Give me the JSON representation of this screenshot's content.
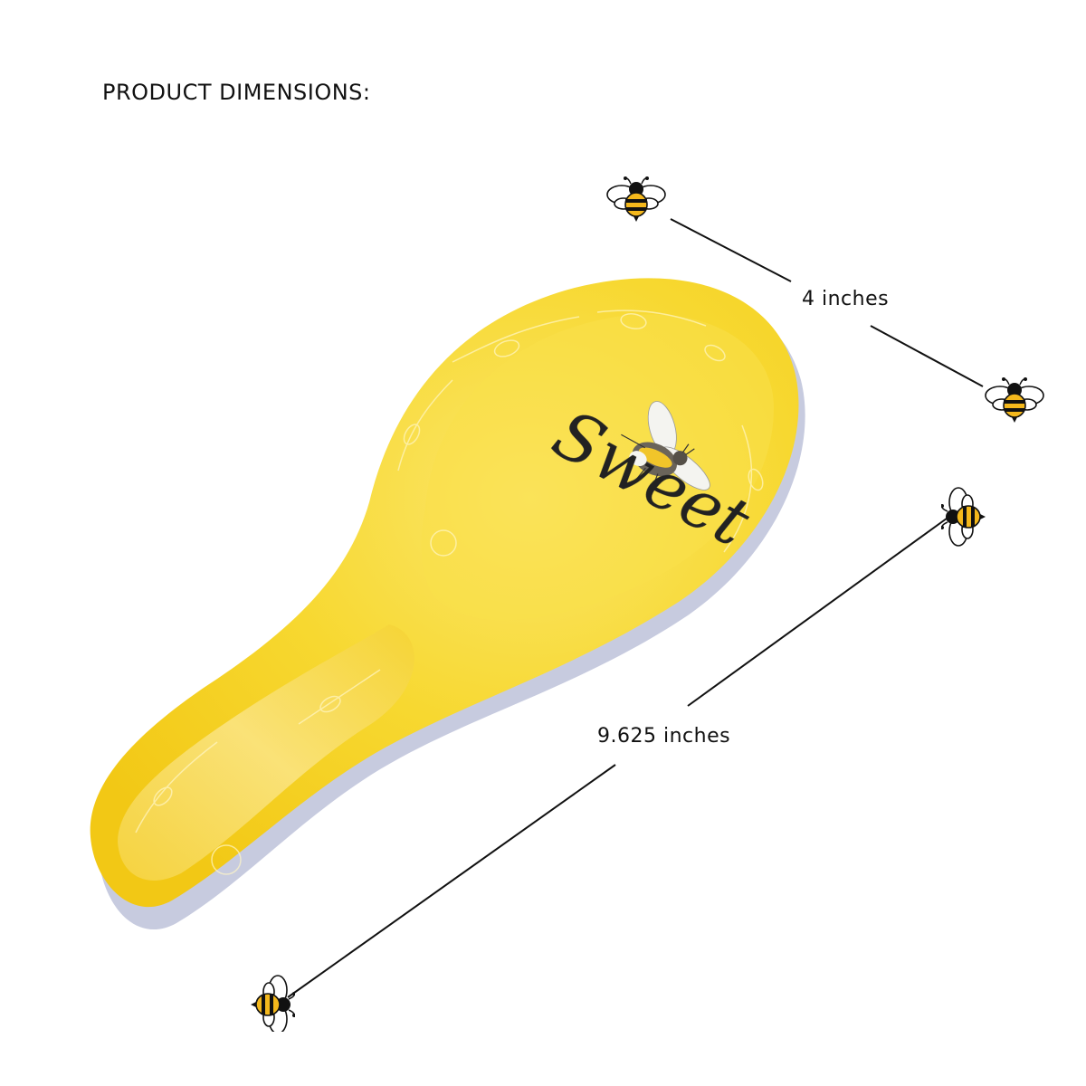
{
  "heading": "PRODUCT DIMENSIONS:",
  "dimensions": {
    "width_label": "4 inches",
    "length_label": "9.625 inches"
  },
  "product": {
    "name": "spoon rest",
    "inscription": "Sweet",
    "colors": {
      "glaze": "#F6D21E",
      "glaze_light": "#FBE98A",
      "base": "#C9CCE0",
      "bee_yellow": "#F4B81C",
      "bee_black": "#111111"
    }
  },
  "icons": [
    "bee-icon-top-left",
    "bee-icon-right",
    "bee-icon-upper-right",
    "bee-icon-bottom-left"
  ]
}
